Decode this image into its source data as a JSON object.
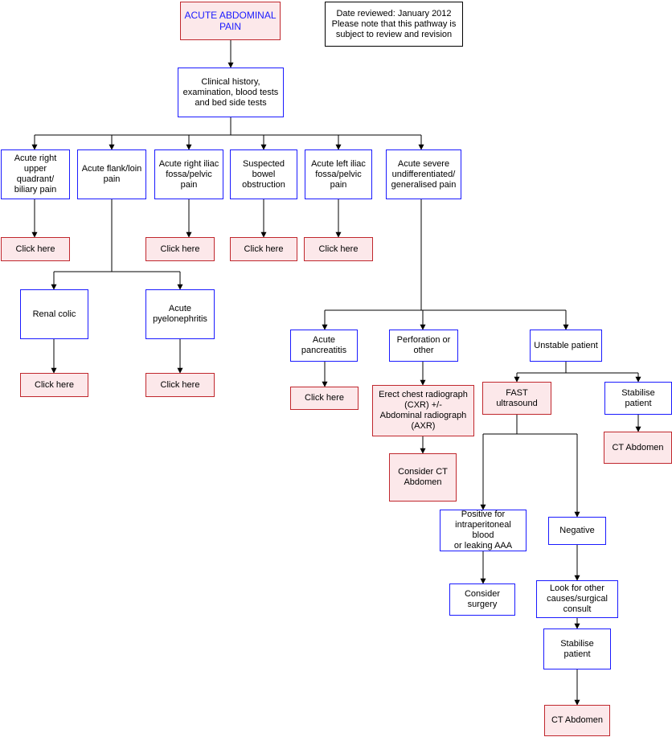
{
  "title": "ACUTE ABDOMINAL PAIN",
  "note": "Date reviewed: January 2012\nPlease note that this pathway is\nsubject to review and revision",
  "clinical": "Clinical history,\nexamination, blood tests\nand bed side tests",
  "categories": {
    "ruq": "Acute right\nupper quadrant/\nbiliary pain",
    "flank": "Acute flank/loin\npain",
    "rif": "Acute right iliac\nfossa/pelvic\npain",
    "sbo": "Suspected\nbowel\nobstruction",
    "lif": "Acute left iliac\nfossa/pelvic\npain",
    "severe": "Acute severe\nundifferentiated/\ngeneralised pain"
  },
  "flank_children": {
    "renal": "Renal colic",
    "pyelo": "Acute\npyelonephritis"
  },
  "severe_children": {
    "pancreatitis": "Acute\npancreatitis",
    "perforation": "Perforation or\nother",
    "unstable": "Unstable patient"
  },
  "click_here": "Click here",
  "erect_xr": "Erect chest radiograph\n(CXR) +/-\nAbdominal radiograph\n(AXR)",
  "consider_ct": "Consider CT\nAbdomen",
  "fast": "FAST\nultrasound",
  "stabilise": "Stabilise patient",
  "ct_abdomen": "CT Abdomen",
  "positive": "Positive for\nintraperitoneal blood\nor leaking AAA",
  "negative": "Negative",
  "consider_surgery": "Consider\nsurgery",
  "look_other": "Look for other\ncauses/surgical\nconsult",
  "colors": {
    "blue_border": "#1a1aff",
    "red_border": "#c0272d",
    "red_fill": "#fce8ea"
  }
}
